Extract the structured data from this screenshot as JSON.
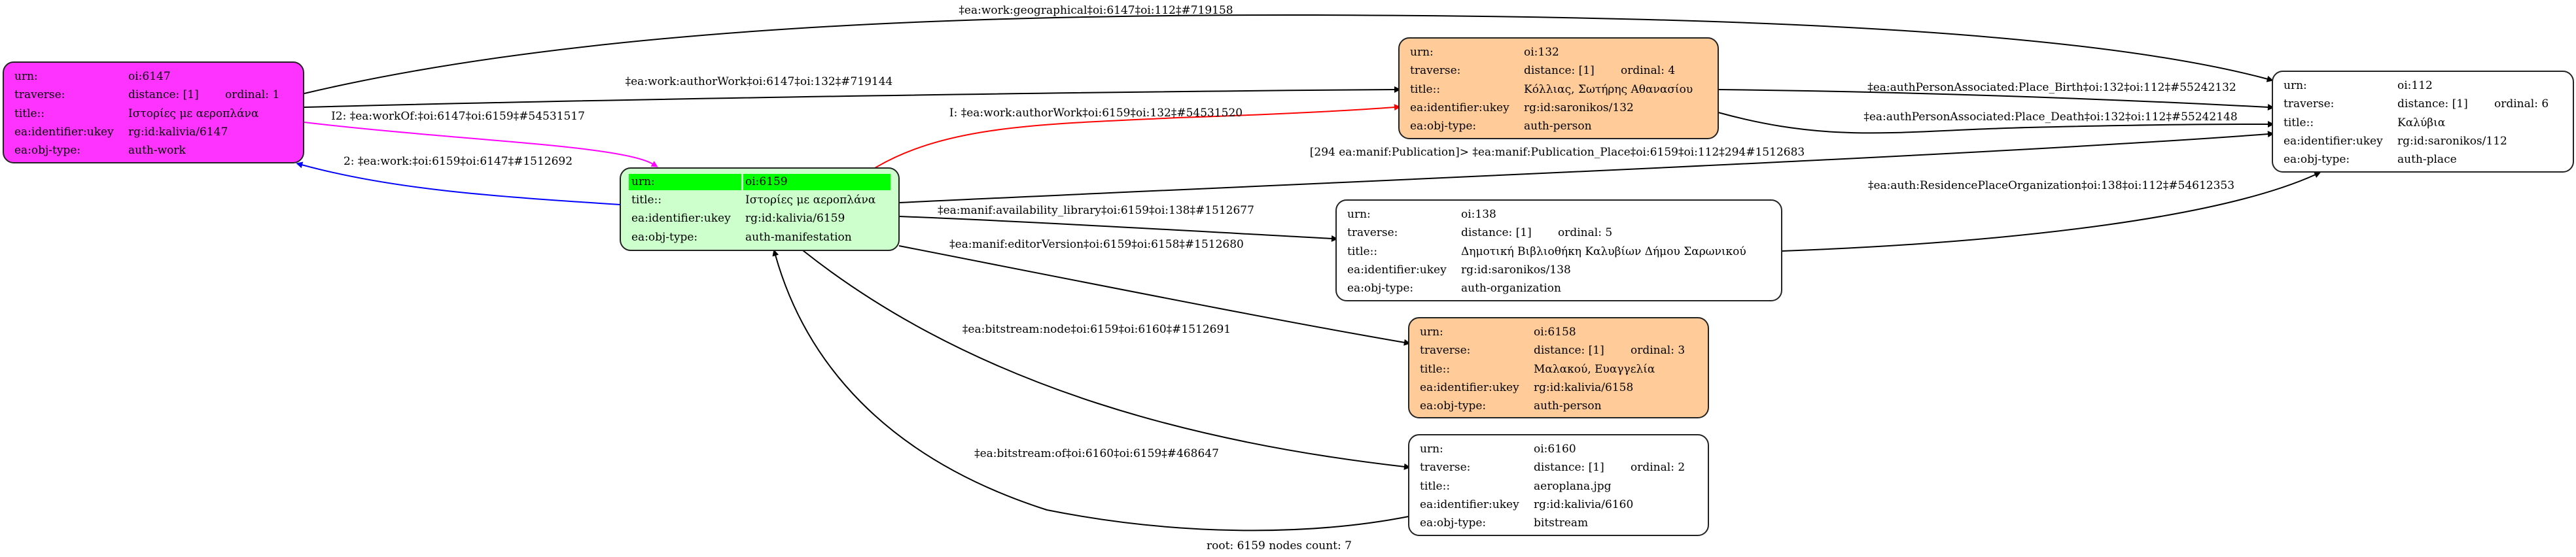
{
  "graph": {
    "footer": "root: 6159 nodes count: 7",
    "nodes": [
      {
        "id": "6147",
        "fill": "#ff33ff",
        "rows": [
          {
            "label": "urn:",
            "value": "oi:6147"
          },
          {
            "label": "traverse:",
            "value": "distance: [1]",
            "extra": "ordinal: 1"
          },
          {
            "label": "title::",
            "value": "Ιστορίες με αεροπλάνα"
          },
          {
            "label": "ea:identifier:ukey",
            "value": "rg:id:kalivia/6147"
          },
          {
            "label": "ea:obj-type:",
            "value": "auth-work"
          }
        ]
      },
      {
        "id": "6159",
        "fill": "#ccffcc",
        "header_fill": "#00ff00",
        "rows": [
          {
            "label": "urn:",
            "value": "oi:6159"
          },
          {
            "label": "title::",
            "value": "Ιστορίες με αεροπλάνα"
          },
          {
            "label": "ea:identifier:ukey",
            "value": "rg:id:kalivia/6159"
          },
          {
            "label": "ea:obj-type:",
            "value": "auth-manifestation"
          }
        ]
      },
      {
        "id": "132",
        "fill": "#ffcc99",
        "rows": [
          {
            "label": "urn:",
            "value": "oi:132"
          },
          {
            "label": "traverse:",
            "value": "distance: [1]",
            "extra": "ordinal: 4"
          },
          {
            "label": "title::",
            "value": "Κόλλιας, Σωτήρης Αθανασίου"
          },
          {
            "label": "ea:identifier:ukey",
            "value": "rg:id:saronikos/132"
          },
          {
            "label": "ea:obj-type:",
            "value": "auth-person"
          }
        ]
      },
      {
        "id": "112",
        "fill": "#ffffff",
        "rows": [
          {
            "label": "urn:",
            "value": "oi:112"
          },
          {
            "label": "traverse:",
            "value": "distance: [1]",
            "extra": "ordinal: 6"
          },
          {
            "label": "title::",
            "value": "Καλύβια"
          },
          {
            "label": "ea:identifier:ukey",
            "value": "rg:id:saronikos/112"
          },
          {
            "label": "ea:obj-type:",
            "value": "auth-place"
          }
        ]
      },
      {
        "id": "138",
        "fill": "#ffffff",
        "rows": [
          {
            "label": "urn:",
            "value": "oi:138"
          },
          {
            "label": "traverse:",
            "value": "distance: [1]",
            "extra": "ordinal: 5"
          },
          {
            "label": "title::",
            "value": "Δημοτική Βιβλιοθήκη Καλυβίων Δήμου Σαρωνικού"
          },
          {
            "label": "ea:identifier:ukey",
            "value": "rg:id:saronikos/138"
          },
          {
            "label": "ea:obj-type:",
            "value": "auth-organization"
          }
        ]
      },
      {
        "id": "6158",
        "fill": "#ffcc99",
        "rows": [
          {
            "label": "urn:",
            "value": "oi:6158"
          },
          {
            "label": "traverse:",
            "value": "distance: [1]",
            "extra": "ordinal: 3"
          },
          {
            "label": "title::",
            "value": "Μαλακού, Ευαγγελία"
          },
          {
            "label": "ea:identifier:ukey",
            "value": "rg:id:kalivia/6158"
          },
          {
            "label": "ea:obj-type:",
            "value": "auth-person"
          }
        ]
      },
      {
        "id": "6160",
        "fill": "#ffffff",
        "rows": [
          {
            "label": "urn:",
            "value": "oi:6160"
          },
          {
            "label": "traverse:",
            "value": "distance: [1]",
            "extra": "ordinal: 2"
          },
          {
            "label": "title::",
            "value": "aeroplana.jpg"
          },
          {
            "label": "ea:identifier:ukey",
            "value": "rg:id:kalivia/6160"
          },
          {
            "label": "ea:obj-type:",
            "value": "bitstream"
          }
        ]
      }
    ],
    "edges": [
      {
        "from": "6147",
        "to": "112",
        "color": "#000000",
        "label": "‡ea:work:geographical‡oi:6147‡oi:112‡#719158"
      },
      {
        "from": "6147",
        "to": "132",
        "color": "#000000",
        "label": "‡ea:work:authorWork‡oi:6147‡oi:132‡#719144"
      },
      {
        "from": "6147",
        "to": "6159",
        "color": "#ff00ff",
        "label": "I2: ‡ea:workOf:‡oi:6147‡oi:6159‡#54531517"
      },
      {
        "from": "6159",
        "to": "6147",
        "color": "#0000ff",
        "label": "2: ‡ea:work:‡oi:6159‡oi:6147‡#1512692"
      },
      {
        "from": "6159",
        "to": "132",
        "color": "#ff0000",
        "label": "I: ‡ea:work:authorWork‡oi:6159‡oi:132‡#54531520"
      },
      {
        "from": "132",
        "to": "112",
        "color": "#000000",
        "label": "‡ea:authPersonAssociated:Place_Birth‡oi:132‡oi:112‡#55242132"
      },
      {
        "from": "132",
        "to": "112",
        "color": "#000000",
        "label": "‡ea:authPersonAssociated:Place_Death‡oi:132‡oi:112‡#55242148"
      },
      {
        "from": "6159",
        "to": "112",
        "color": "#000000",
        "label": "[294 ea:manif:Publication]> ‡ea:manif:Publication_Place‡oi:6159‡oi:112‡294#1512683"
      },
      {
        "from": "138",
        "to": "112",
        "color": "#000000",
        "label": "‡ea:auth:ResidencePlaceOrganization‡oi:138‡oi:112‡#54612353"
      },
      {
        "from": "6159",
        "to": "138",
        "color": "#000000",
        "label": "‡ea:manif:availability_library‡oi:6159‡oi:138‡#1512677"
      },
      {
        "from": "6159",
        "to": "6158",
        "color": "#000000",
        "label": "‡ea:manif:editorVersion‡oi:6159‡oi:6158‡#1512680"
      },
      {
        "from": "6159",
        "to": "6160",
        "color": "#000000",
        "label": "‡ea:bitstream:node‡oi:6159‡oi:6160‡#1512691"
      },
      {
        "from": "6160",
        "to": "6159",
        "color": "#000000",
        "label": "‡ea:bitstream:of‡oi:6160‡oi:6159‡#468647"
      }
    ]
  }
}
